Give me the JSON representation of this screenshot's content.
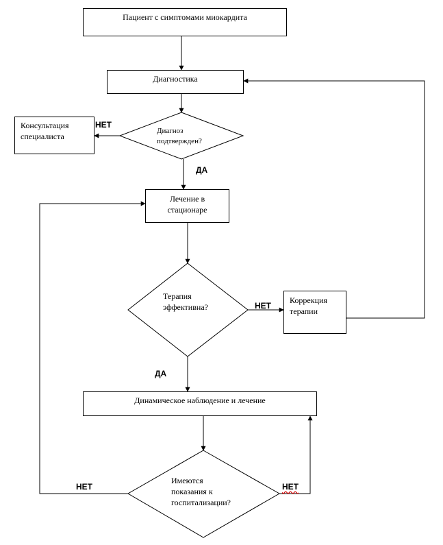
{
  "flowchart": {
    "start": "Пациент с симптомами миокардита",
    "diagnostics": "Диагностика",
    "q_diagnosis": "Диагноз\nподтвержден?",
    "consult": "Консультация\nспециалиста",
    "hospital": "Лечение в\nстационаре",
    "q_effective": "Терапия\nэффективна?",
    "correction": "Коррекция\nтерапии",
    "dynamic": "Динамическое наблюдение и лечение",
    "q_hosp": "Имеются\nпоказания          к\nгоспитализации?"
  },
  "labels": {
    "no": "НЕТ",
    "yes": "ДА"
  }
}
